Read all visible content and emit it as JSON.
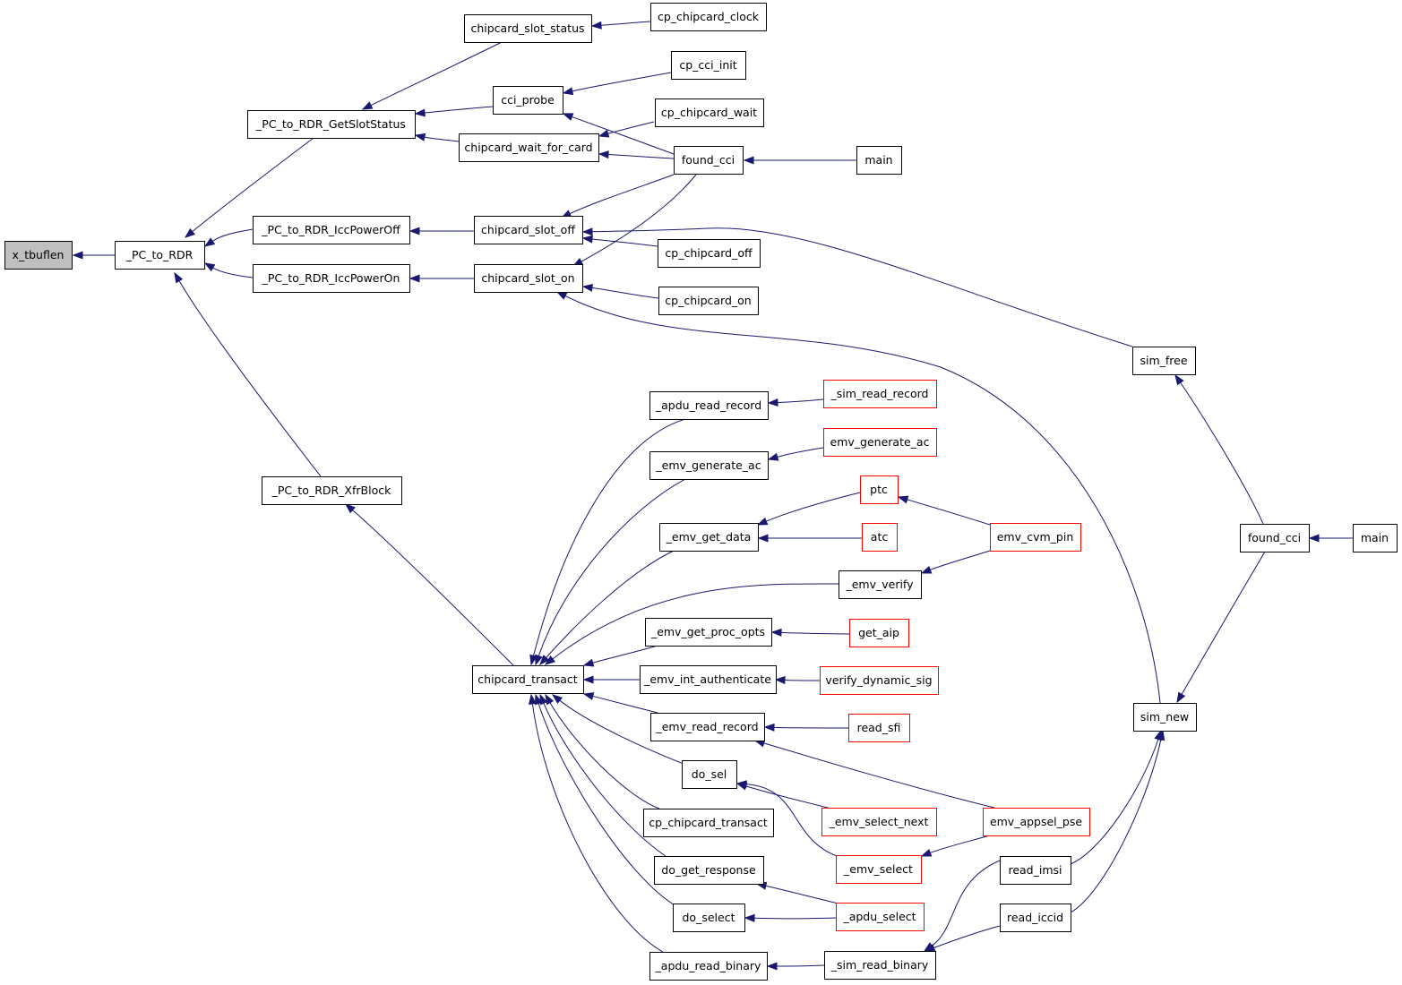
{
  "colors": {
    "edge": "#191970",
    "node_border": "#000000",
    "node_border_truncated": "#ff0000",
    "node_fill_focus": "#bfbfbf",
    "node_fill": "#ffffff"
  },
  "nodes": [
    {
      "id": "x_tbuflen",
      "label": "x_tbuflen",
      "kind": "focus"
    },
    {
      "id": "pc_to_rdr",
      "label": "_PC_to_RDR",
      "kind": "normal"
    },
    {
      "id": "pc_getslotstatus",
      "label": "_PC_to_RDR_GetSlotStatus",
      "kind": "normal"
    },
    {
      "id": "pc_iccpoweroff",
      "label": "_PC_to_RDR_IccPowerOff",
      "kind": "normal"
    },
    {
      "id": "pc_iccpoweron",
      "label": "_PC_to_RDR_IccPowerOn",
      "kind": "normal"
    },
    {
      "id": "pc_xfrblock",
      "label": "_PC_to_RDR_XfrBlock",
      "kind": "normal"
    },
    {
      "id": "chipcard_slot_status",
      "label": "chipcard_slot_status",
      "kind": "normal"
    },
    {
      "id": "cci_probe",
      "label": "cci_probe",
      "kind": "normal"
    },
    {
      "id": "chipcard_wait_for_card",
      "label": "chipcard_wait_for_card",
      "kind": "normal"
    },
    {
      "id": "chipcard_slot_off",
      "label": "chipcard_slot_off",
      "kind": "normal"
    },
    {
      "id": "chipcard_slot_on",
      "label": "chipcard_slot_on",
      "kind": "normal"
    },
    {
      "id": "chipcard_transact",
      "label": "chipcard_transact",
      "kind": "normal"
    },
    {
      "id": "cp_chipcard_clock",
      "label": "cp_chipcard_clock",
      "kind": "normal"
    },
    {
      "id": "cp_cci_init",
      "label": "cp_cci_init",
      "kind": "normal"
    },
    {
      "id": "cp_chipcard_wait",
      "label": "cp_chipcard_wait",
      "kind": "normal"
    },
    {
      "id": "found_cci_1",
      "label": "found_cci",
      "kind": "normal"
    },
    {
      "id": "main_1",
      "label": "main",
      "kind": "normal"
    },
    {
      "id": "cp_chipcard_off",
      "label": "cp_chipcard_off",
      "kind": "normal"
    },
    {
      "id": "cp_chipcard_on",
      "label": "cp_chipcard_on",
      "kind": "normal"
    },
    {
      "id": "sim_free",
      "label": "sim_free",
      "kind": "normal"
    },
    {
      "id": "found_cci_2",
      "label": "found_cci",
      "kind": "normal"
    },
    {
      "id": "main_2",
      "label": "main",
      "kind": "normal"
    },
    {
      "id": "sim_new",
      "label": "sim_new",
      "kind": "normal"
    },
    {
      "id": "apdu_read_record",
      "label": "_apdu_read_record",
      "kind": "normal"
    },
    {
      "id": "emv_generate_ac_u",
      "label": "_emv_generate_ac",
      "kind": "normal"
    },
    {
      "id": "emv_get_data",
      "label": "_emv_get_data",
      "kind": "normal"
    },
    {
      "id": "emv_verify",
      "label": "_emv_verify",
      "kind": "normal"
    },
    {
      "id": "emv_get_proc_opts",
      "label": "_emv_get_proc_opts",
      "kind": "normal"
    },
    {
      "id": "emv_int_authenticate",
      "label": "_emv_int_authenticate",
      "kind": "normal"
    },
    {
      "id": "emv_read_record",
      "label": "_emv_read_record",
      "kind": "normal"
    },
    {
      "id": "do_sel",
      "label": "do_sel",
      "kind": "normal"
    },
    {
      "id": "cp_chipcard_transact",
      "label": "cp_chipcard_transact",
      "kind": "normal"
    },
    {
      "id": "do_get_response",
      "label": "do_get_response",
      "kind": "normal"
    },
    {
      "id": "do_select",
      "label": "do_select",
      "kind": "normal"
    },
    {
      "id": "apdu_read_binary",
      "label": "_apdu_read_binary",
      "kind": "normal"
    },
    {
      "id": "sim_read_record",
      "label": "_sim_read_record",
      "kind": "truncated"
    },
    {
      "id": "emv_generate_ac",
      "label": "emv_generate_ac",
      "kind": "truncated"
    },
    {
      "id": "ptc",
      "label": "ptc",
      "kind": "truncated"
    },
    {
      "id": "atc",
      "label": "atc",
      "kind": "truncated"
    },
    {
      "id": "emv_cvm_pin",
      "label": "emv_cvm_pin",
      "kind": "truncated"
    },
    {
      "id": "get_aip",
      "label": "get_aip",
      "kind": "truncated"
    },
    {
      "id": "verify_dynamic_sig",
      "label": "verify_dynamic_sig",
      "kind": "truncated"
    },
    {
      "id": "read_sfi",
      "label": "read_sfi",
      "kind": "truncated"
    },
    {
      "id": "emv_select_next",
      "label": "_emv_select_next",
      "kind": "truncated"
    },
    {
      "id": "emv_appsel_pse",
      "label": "emv_appsel_pse",
      "kind": "truncated"
    },
    {
      "id": "emv_select",
      "label": "_emv_select",
      "kind": "truncated"
    },
    {
      "id": "apdu_select",
      "label": "_apdu_select",
      "kind": "truncated"
    },
    {
      "id": "read_imsi",
      "label": "read_imsi",
      "kind": "normal"
    },
    {
      "id": "read_iccid",
      "label": "read_iccid",
      "kind": "normal"
    },
    {
      "id": "sim_read_binary",
      "label": "_sim_read_binary",
      "kind": "normal"
    }
  ],
  "edges": [
    {
      "from": "pc_to_rdr",
      "to": "x_tbuflen"
    },
    {
      "from": "pc_getslotstatus",
      "to": "pc_to_rdr"
    },
    {
      "from": "pc_iccpoweroff",
      "to": "pc_to_rdr"
    },
    {
      "from": "pc_iccpoweron",
      "to": "pc_to_rdr"
    },
    {
      "from": "pc_xfrblock",
      "to": "pc_to_rdr"
    },
    {
      "from": "chipcard_slot_status",
      "to": "pc_getslotstatus"
    },
    {
      "from": "cci_probe",
      "to": "pc_getslotstatus"
    },
    {
      "from": "chipcard_wait_for_card",
      "to": "pc_getslotstatus"
    },
    {
      "from": "cp_chipcard_clock",
      "to": "chipcard_slot_status"
    },
    {
      "from": "cp_cci_init",
      "to": "cci_probe"
    },
    {
      "from": "found_cci_1",
      "to": "cci_probe"
    },
    {
      "from": "cp_chipcard_wait",
      "to": "chipcard_wait_for_card"
    },
    {
      "from": "found_cci_1",
      "to": "chipcard_wait_for_card"
    },
    {
      "from": "main_1",
      "to": "found_cci_1"
    },
    {
      "from": "chipcard_slot_off",
      "to": "pc_iccpoweroff"
    },
    {
      "from": "chipcard_slot_on",
      "to": "pc_iccpoweron"
    },
    {
      "from": "found_cci_1",
      "to": "chipcard_slot_off"
    },
    {
      "from": "cp_chipcard_off",
      "to": "chipcard_slot_off"
    },
    {
      "from": "sim_free",
      "to": "chipcard_slot_off"
    },
    {
      "from": "found_cci_1",
      "to": "chipcard_slot_on"
    },
    {
      "from": "cp_chipcard_on",
      "to": "chipcard_slot_on"
    },
    {
      "from": "sim_new",
      "to": "chipcard_slot_on"
    },
    {
      "from": "found_cci_2",
      "to": "sim_free"
    },
    {
      "from": "main_2",
      "to": "found_cci_2"
    },
    {
      "from": "found_cci_2",
      "to": "sim_new"
    },
    {
      "from": "read_imsi",
      "to": "sim_new"
    },
    {
      "from": "read_iccid",
      "to": "sim_new"
    },
    {
      "from": "chipcard_transact",
      "to": "pc_xfrblock"
    },
    {
      "from": "apdu_read_record",
      "to": "chipcard_transact"
    },
    {
      "from": "emv_generate_ac_u",
      "to": "chipcard_transact"
    },
    {
      "from": "emv_get_data",
      "to": "chipcard_transact"
    },
    {
      "from": "emv_verify",
      "to": "chipcard_transact"
    },
    {
      "from": "emv_get_proc_opts",
      "to": "chipcard_transact"
    },
    {
      "from": "emv_int_authenticate",
      "to": "chipcard_transact"
    },
    {
      "from": "emv_read_record",
      "to": "chipcard_transact"
    },
    {
      "from": "do_sel",
      "to": "chipcard_transact"
    },
    {
      "from": "cp_chipcard_transact",
      "to": "chipcard_transact"
    },
    {
      "from": "do_get_response",
      "to": "chipcard_transact"
    },
    {
      "from": "do_select",
      "to": "chipcard_transact"
    },
    {
      "from": "apdu_read_binary",
      "to": "chipcard_transact"
    },
    {
      "from": "sim_read_record",
      "to": "apdu_read_record"
    },
    {
      "from": "emv_generate_ac",
      "to": "emv_generate_ac_u"
    },
    {
      "from": "ptc",
      "to": "emv_get_data"
    },
    {
      "from": "atc",
      "to": "emv_get_data"
    },
    {
      "from": "emv_cvm_pin",
      "to": "ptc"
    },
    {
      "from": "emv_cvm_pin",
      "to": "emv_verify"
    },
    {
      "from": "get_aip",
      "to": "emv_get_proc_opts"
    },
    {
      "from": "verify_dynamic_sig",
      "to": "emv_int_authenticate"
    },
    {
      "from": "read_sfi",
      "to": "emv_read_record"
    },
    {
      "from": "emv_appsel_pse",
      "to": "emv_read_record"
    },
    {
      "from": "emv_select_next",
      "to": "do_sel"
    },
    {
      "from": "emv_select",
      "to": "do_sel"
    },
    {
      "from": "emv_appsel_pse",
      "to": "emv_select"
    },
    {
      "from": "apdu_select",
      "to": "do_get_response"
    },
    {
      "from": "apdu_select",
      "to": "do_select"
    },
    {
      "from": "sim_read_binary",
      "to": "apdu_read_binary"
    },
    {
      "from": "read_imsi",
      "to": "sim_read_binary"
    },
    {
      "from": "read_iccid",
      "to": "sim_read_binary"
    }
  ]
}
